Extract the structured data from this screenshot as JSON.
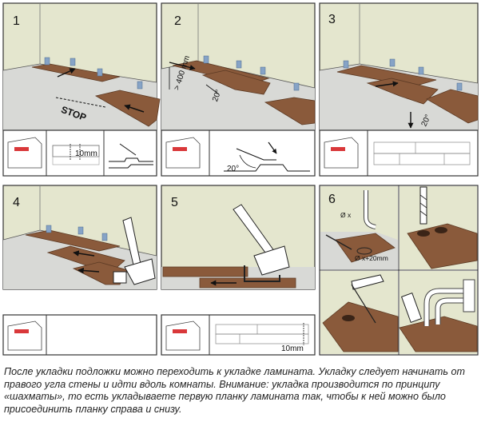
{
  "colors": {
    "wall": "#e4e6ce",
    "floor": "#d8d9d6",
    "plank": "#8a5a3b",
    "plank_dark": "#5c3a24",
    "spacer": "#86a3c6",
    "hole": "#3a2417",
    "frame": "#333333"
  },
  "panels": [
    {
      "number": "1",
      "labels": {
        "stop": "STOP",
        "dim": "10mm"
      }
    },
    {
      "number": "2",
      "labels": {
        "dist": "> 400 mm",
        "angle": "20°",
        "angle_inset": "20°"
      }
    },
    {
      "number": "3",
      "labels": {
        "angle": "20°"
      }
    },
    {
      "number": "4",
      "labels": {}
    },
    {
      "number": "5",
      "labels": {
        "dim": "10mm"
      }
    },
    {
      "number": "6",
      "labels": {
        "dx": "Ø x",
        "dx20": "Ø x+20mm"
      }
    }
  ],
  "caption": "После укладки подложки можно переходить к укладке ламината. Укладку следует начинать от правого угла стены и идти вдоль комнаты. Внимание: укладка производится по принципу «шахматы», то есть укладываете первую планку ламината так, чтобы к ней можно было присоединить планку справа и снизу."
}
